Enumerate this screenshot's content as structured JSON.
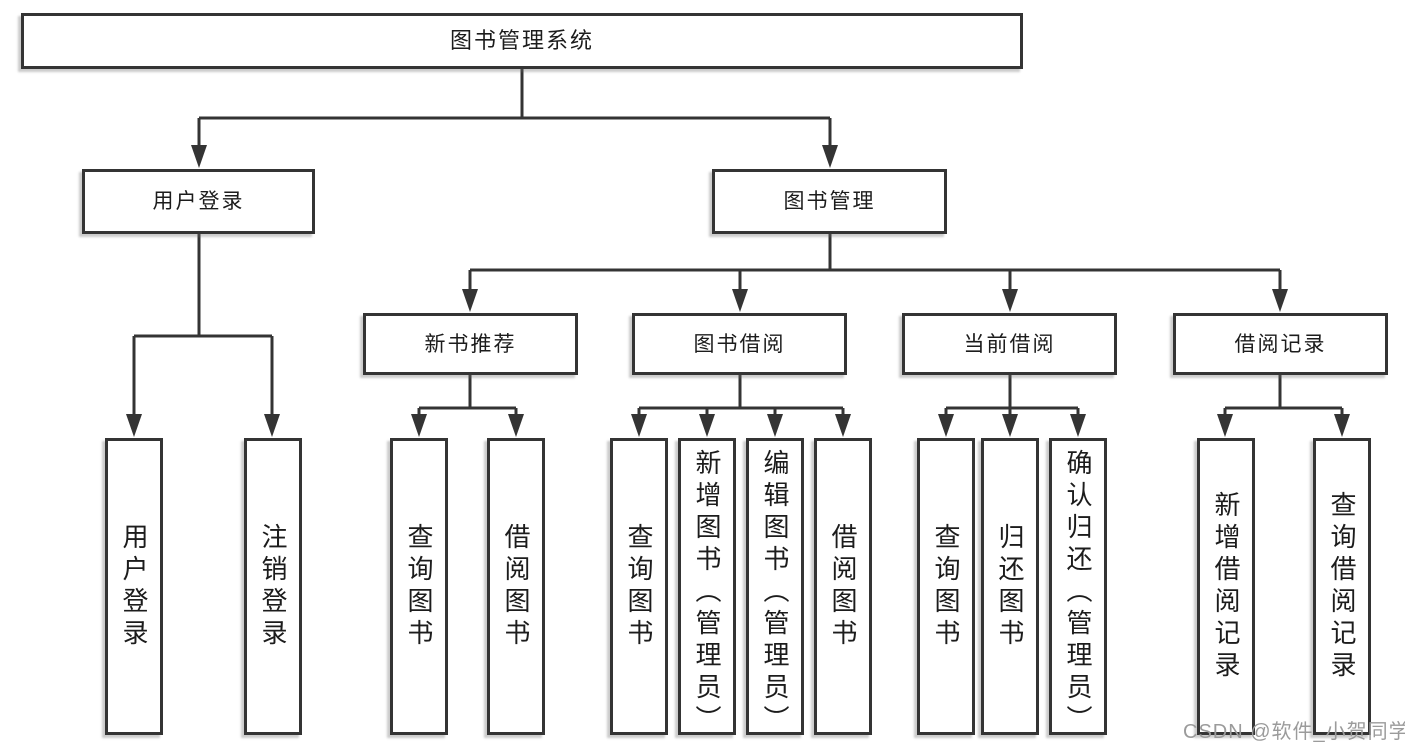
{
  "diagram": {
    "title": "图书管理系统",
    "type": "functional-structure-tree",
    "colors": {
      "line": "#343434",
      "box_border": "#343434",
      "box_fill": "#ffffff",
      "text": "#1c1c1c",
      "watermark": "#9b9b9b",
      "background": "#ffffff"
    },
    "watermark": "CSDN @软件_小贺同学",
    "nodes": {
      "root": {
        "label": "图书管理系统",
        "children": [
          "user_login",
          "book_mgmt"
        ]
      },
      "user_login": {
        "label": "用户登录",
        "children": [
          "ul_login",
          "ul_logout"
        ]
      },
      "book_mgmt": {
        "label": "图书管理",
        "children": [
          "new_book_rec",
          "book_borrow",
          "current_borrow",
          "borrow_records"
        ]
      },
      "new_book_rec": {
        "label": "新书推荐",
        "children": [
          "nb_query",
          "nb_borrow"
        ]
      },
      "book_borrow": {
        "label": "图书借阅",
        "children": [
          "bb_query",
          "bb_add",
          "bb_edit",
          "bb_borrow"
        ]
      },
      "current_borrow": {
        "label": "当前借阅",
        "children": [
          "cb_query",
          "cb_return",
          "cb_confirm"
        ]
      },
      "borrow_records": {
        "label": "借阅记录",
        "children": [
          "br_add",
          "br_query"
        ]
      },
      "ul_login": {
        "label": "用户登录"
      },
      "ul_logout": {
        "label": "注销登录"
      },
      "nb_query": {
        "label": "查询图书"
      },
      "nb_borrow": {
        "label": "借阅图书"
      },
      "bb_query": {
        "label": "查询图书"
      },
      "bb_add": {
        "label": "新增图书（管理员）"
      },
      "bb_edit": {
        "label": "编辑图书（管理员）"
      },
      "bb_borrow": {
        "label": "借阅图书"
      },
      "cb_query": {
        "label": "查询图书"
      },
      "cb_return": {
        "label": "归还图书"
      },
      "cb_confirm": {
        "label": "确认归还（管理员）"
      },
      "br_add": {
        "label": "新增借阅记录"
      },
      "br_query": {
        "label": "查询借阅记录"
      }
    }
  }
}
